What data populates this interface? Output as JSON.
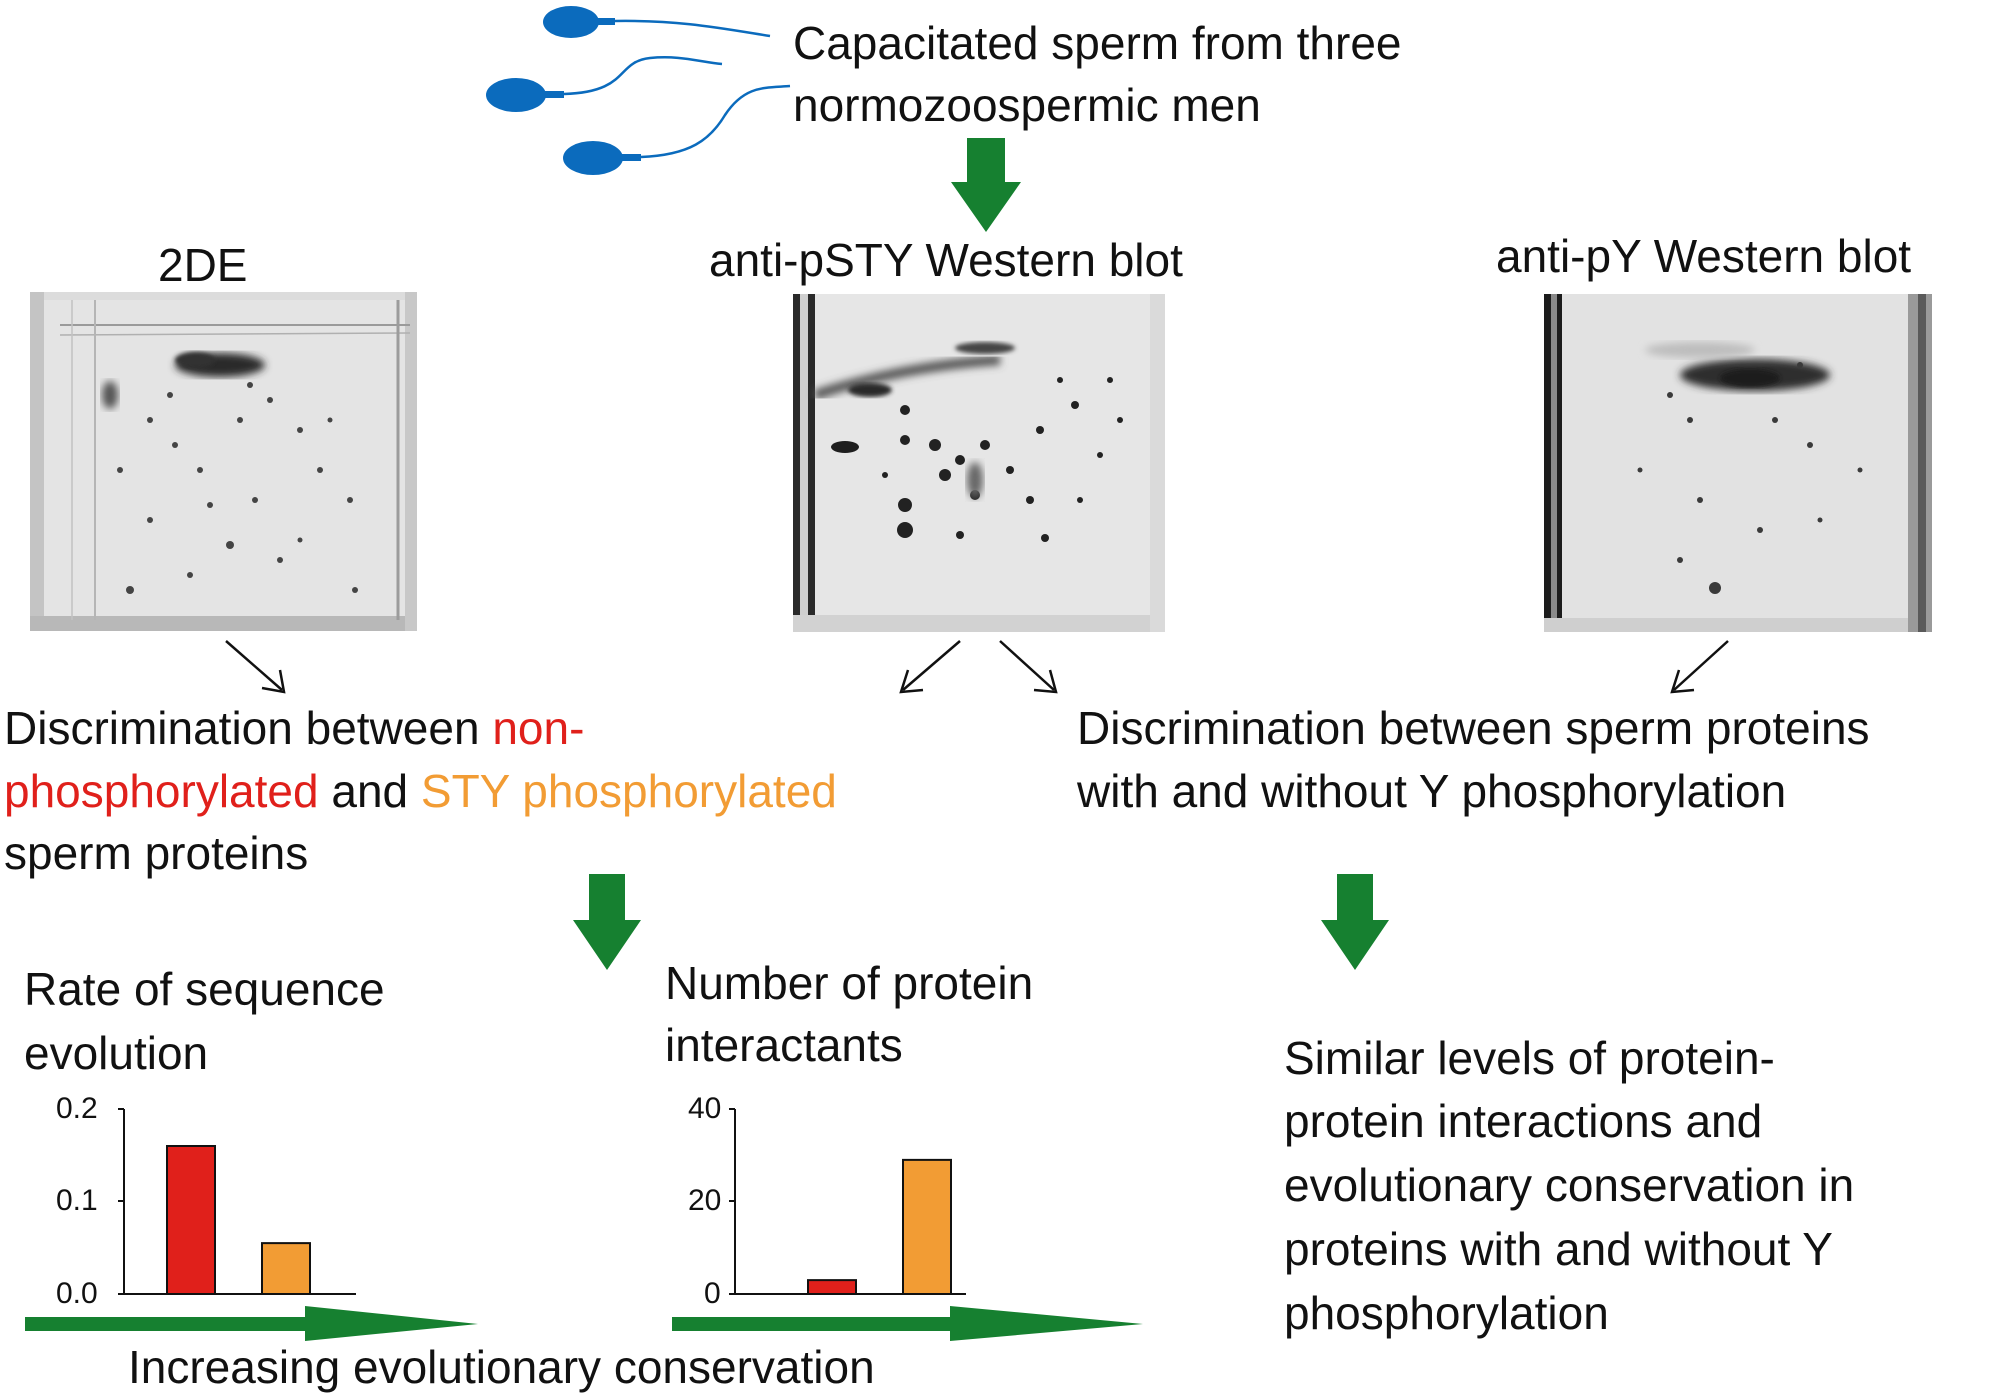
{
  "top": {
    "caption_line1": "Capacitated sperm from three",
    "caption_line2": "normozoospermic  men"
  },
  "panels": {
    "gel_2de_label": "2DE",
    "pSTY_label": "anti-pSTY  Western blot",
    "pY_label": "anti-pY  Western blot"
  },
  "left_result": {
    "line1_prefix": "Discrimination  between ",
    "line1_red": "non-",
    "line2_red": "phosphorylated",
    "line2_mid": "  and  ",
    "line2_orange": "STY  phosphorylated",
    "line3": "sperm  proteins"
  },
  "right_result": {
    "line1": "Discrimination  between  sperm  proteins",
    "line2": "with  and  without  Y  phosphorylation"
  },
  "chart1_title": {
    "line1": "Rate  of  sequence",
    "line2": "evolution"
  },
  "chart2_title": {
    "line1": "Number  of  protein",
    "line2": "interactants"
  },
  "conclusion": {
    "line1": "Similar  levels  of  protein-",
    "line2": "protein  interactions  and",
    "line3": "evolutionary  conservation  in",
    "line4": "proteins  with  and  without  Y",
    "line5": "phosphorylation"
  },
  "x_axis_caption": "Increasing  evolutionary  conservation",
  "colors": {
    "non_phosphorylated": "#e0201b",
    "sty_phosphorylated": "#f29c34",
    "arrow_green": "#168030",
    "sperm_blue": "#0b6bbd"
  },
  "chart_data": [
    {
      "type": "bar",
      "categories": [
        "non-phosphorylated",
        "STY phosphorylated"
      ],
      "values": [
        0.16,
        0.055
      ],
      "ylim": [
        0,
        0.2
      ],
      "yticks": [
        "0.0",
        "0.1",
        "0.2"
      ],
      "colors": [
        "#e0201b",
        "#f29c34"
      ]
    },
    {
      "type": "bar",
      "categories": [
        "non-phosphorylated",
        "STY phosphorylated"
      ],
      "values": [
        3,
        29
      ],
      "ylim": [
        0,
        40
      ],
      "yticks": [
        "0",
        "20",
        "40"
      ],
      "colors": [
        "#e0201b",
        "#f29c34"
      ]
    }
  ]
}
